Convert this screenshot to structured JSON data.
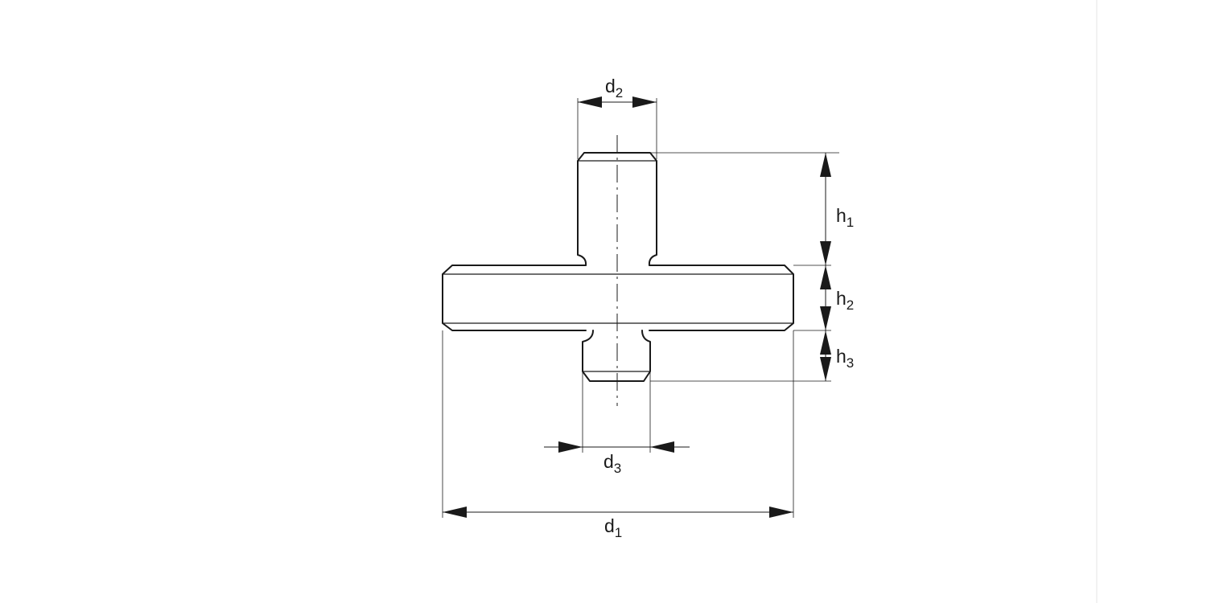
{
  "diagram": {
    "dimension_labels": {
      "d1": {
        "base": "d",
        "sub": "1"
      },
      "d2": {
        "base": "d",
        "sub": "2"
      },
      "d3": {
        "base": "d",
        "sub": "3"
      },
      "h1": {
        "base": "h",
        "sub": "1"
      },
      "h2": {
        "base": "h",
        "sub": "2"
      },
      "h3": {
        "base": "h",
        "sub": "3"
      }
    }
  }
}
